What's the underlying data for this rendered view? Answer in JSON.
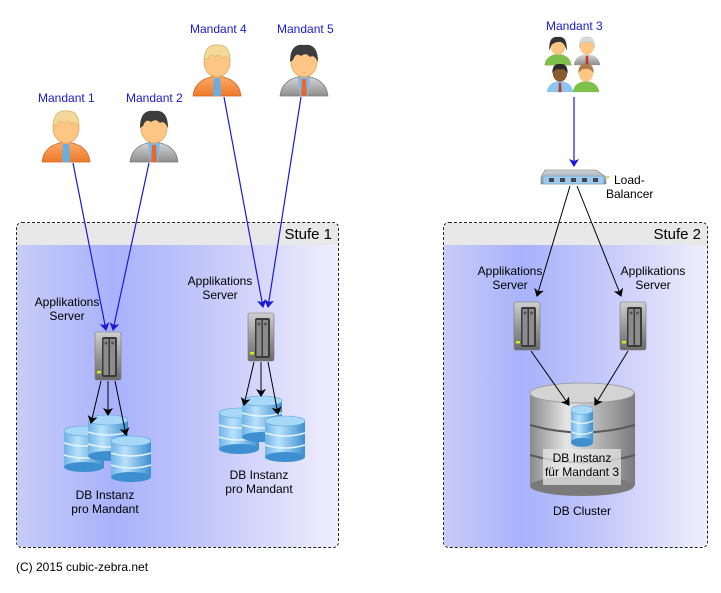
{
  "tiers": [
    {
      "title": "Stufe 1"
    },
    {
      "title": "Stufe 2"
    }
  ],
  "clients": [
    {
      "label": "Mandant 1",
      "variant": "blond-orange-person-icon"
    },
    {
      "label": "Mandant 2",
      "variant": "dark-hair-grey-suit-person-icon"
    },
    {
      "label": "Mandant 4",
      "variant": "blond-orange-person-icon"
    },
    {
      "label": "Mandant 5",
      "variant": "dark-hair-grey-suit-person-icon"
    },
    {
      "label": "Mandant 3",
      "variant": "user-group-icon"
    }
  ],
  "load_balancer": {
    "line1": "Load-",
    "line2": "Balancer"
  },
  "app_servers": [
    {
      "line1": "Applikations",
      "line2": "Server"
    },
    {
      "line1": "Applikations",
      "line2": "Server"
    },
    {
      "line1": "Applikations",
      "line2": "Server"
    },
    {
      "line1": "Applikations",
      "line2": "Server"
    }
  ],
  "db_groups": [
    {
      "line1": "DB Instanz",
      "line2": "pro Mandant"
    },
    {
      "line1": "DB Instanz",
      "line2": "pro Mandant"
    }
  ],
  "db_cluster": {
    "inner_line1": "DB Instanz",
    "inner_line2": "für Mandant 3",
    "label": "DB Cluster"
  },
  "colors": {
    "client_arrow": "#1a1ad6",
    "internal_arrow": "#000000",
    "tier_border": "#222222"
  },
  "footer": {
    "copyright": "(C) 2015 cubic-zebra.net"
  }
}
